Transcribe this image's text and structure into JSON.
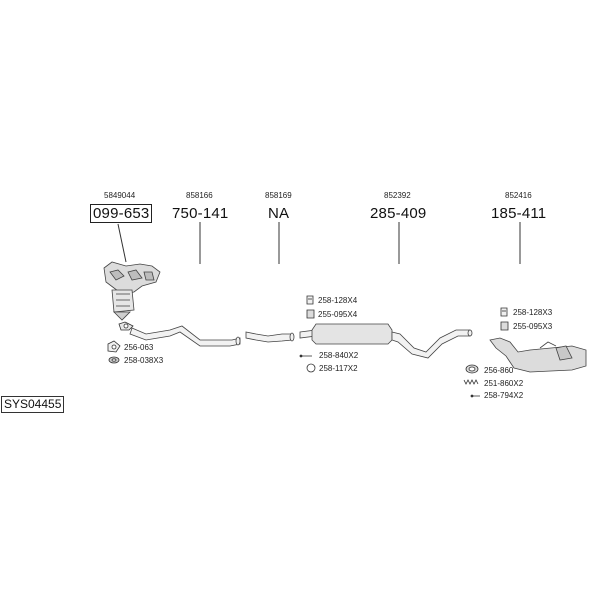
{
  "diagram": {
    "system_code": "SYS04455",
    "groups": [
      {
        "ref": "5849044",
        "part": "099-653",
        "boxed": true
      },
      {
        "ref": "858166",
        "part": "750-141",
        "boxed": false
      },
      {
        "ref": "858169",
        "part": "NA",
        "boxed": false
      },
      {
        "ref": "852392",
        "part": "285-409",
        "boxed": false
      },
      {
        "ref": "852416",
        "part": "185-411",
        "boxed": false
      }
    ],
    "hardware": [
      {
        "code": "256-063",
        "icon": "ring-gasket-icon"
      },
      {
        "code": "258-038X3",
        "icon": "nut-icon"
      },
      {
        "code": "258-128X4",
        "icon": "clamp-icon"
      },
      {
        "code": "255-095X4",
        "icon": "bracket-icon"
      },
      {
        "code": "258-840X2",
        "icon": "bolt-icon"
      },
      {
        "code": "258-117X2",
        "icon": "ring-icon"
      },
      {
        "code": "258-128X3",
        "icon": "clamp-icon"
      },
      {
        "code": "255-095X3",
        "icon": "bracket-icon"
      },
      {
        "code": "256-860",
        "icon": "gasket-icon"
      },
      {
        "code": "251-860X2",
        "icon": "spring-icon"
      },
      {
        "code": "258-794X2",
        "icon": "bolt-icon"
      }
    ]
  }
}
